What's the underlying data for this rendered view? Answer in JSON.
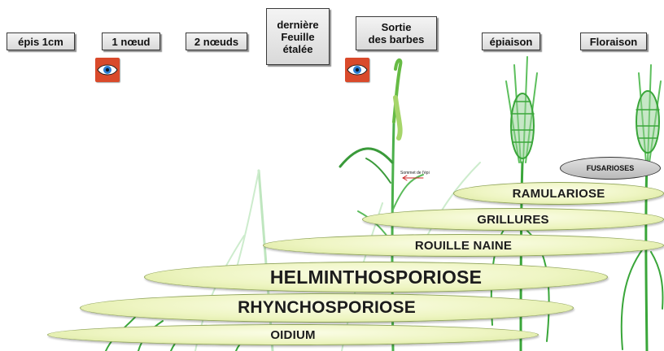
{
  "stages": [
    {
      "id": "epis",
      "label": "épis 1cm"
    },
    {
      "id": "noeud1",
      "label": "1 nœud"
    },
    {
      "id": "noeud2",
      "label": "2 nœuds"
    },
    {
      "id": "derniere",
      "label": "dernière\nFeuille\nétalée"
    },
    {
      "id": "sortie",
      "label": "Sortie\ndes barbes"
    },
    {
      "id": "epiaison",
      "label": "épiaison"
    },
    {
      "id": "floraison",
      "label": "Floraison"
    }
  ],
  "diseases": [
    {
      "id": "fusarioses",
      "label": "FUSARIOSES"
    },
    {
      "id": "ramulariose",
      "label": "RAMULARIOSE"
    },
    {
      "id": "grillures",
      "label": "GRILLURES"
    },
    {
      "id": "rouille-naine",
      "label": "ROUILLE NAINE"
    },
    {
      "id": "helminthosporiose",
      "label": "HELMINTHOSPORIOSE"
    },
    {
      "id": "rhynchosporiose",
      "label": "RHYNCHOSPORIOSE"
    },
    {
      "id": "oidium",
      "label": "OIDIUM"
    }
  ],
  "annotation": "Sommet de l'épi",
  "icons": [
    "eye-icon",
    "eye-icon"
  ],
  "colors": {
    "eye_box": "#d94a2b",
    "plant": "#3aa63a",
    "ellipse": "#eef5c2"
  }
}
